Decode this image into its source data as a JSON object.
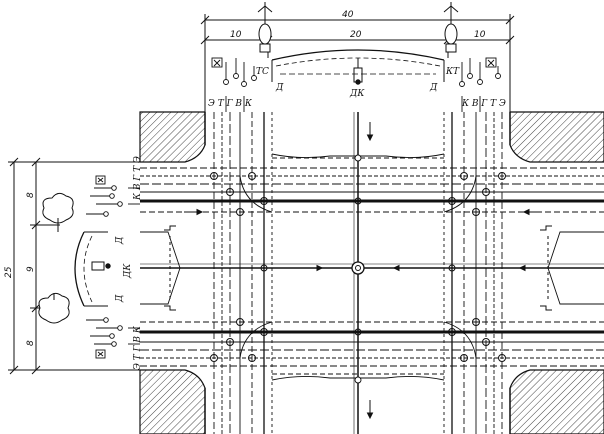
{
  "colors": {
    "ink": "#111111",
    "paper": "#ffffff",
    "hatch": "#444444"
  },
  "dimensions": {
    "top_total": "40",
    "top_left": "10",
    "top_mid": "20",
    "top_right": "10",
    "left_total": "25",
    "left_upper": "8",
    "left_mid": "9",
    "left_lower": "8"
  },
  "labels": {
    "ts": "ТС",
    "kt": "КТ",
    "d_top_left": "Д",
    "dk_top": "ДК",
    "d_top_right": "Д",
    "vert_left_utilities": "Э Т Г В К",
    "vert_right_utilities": "К В Г Т Э",
    "horiz_upper_utilities": "К В Г Т Э",
    "horiz_lower_utilities": "Э Т Г В К",
    "d_left_upper": "Д",
    "dk_left": "ДК",
    "d_left_lower": "Д"
  }
}
